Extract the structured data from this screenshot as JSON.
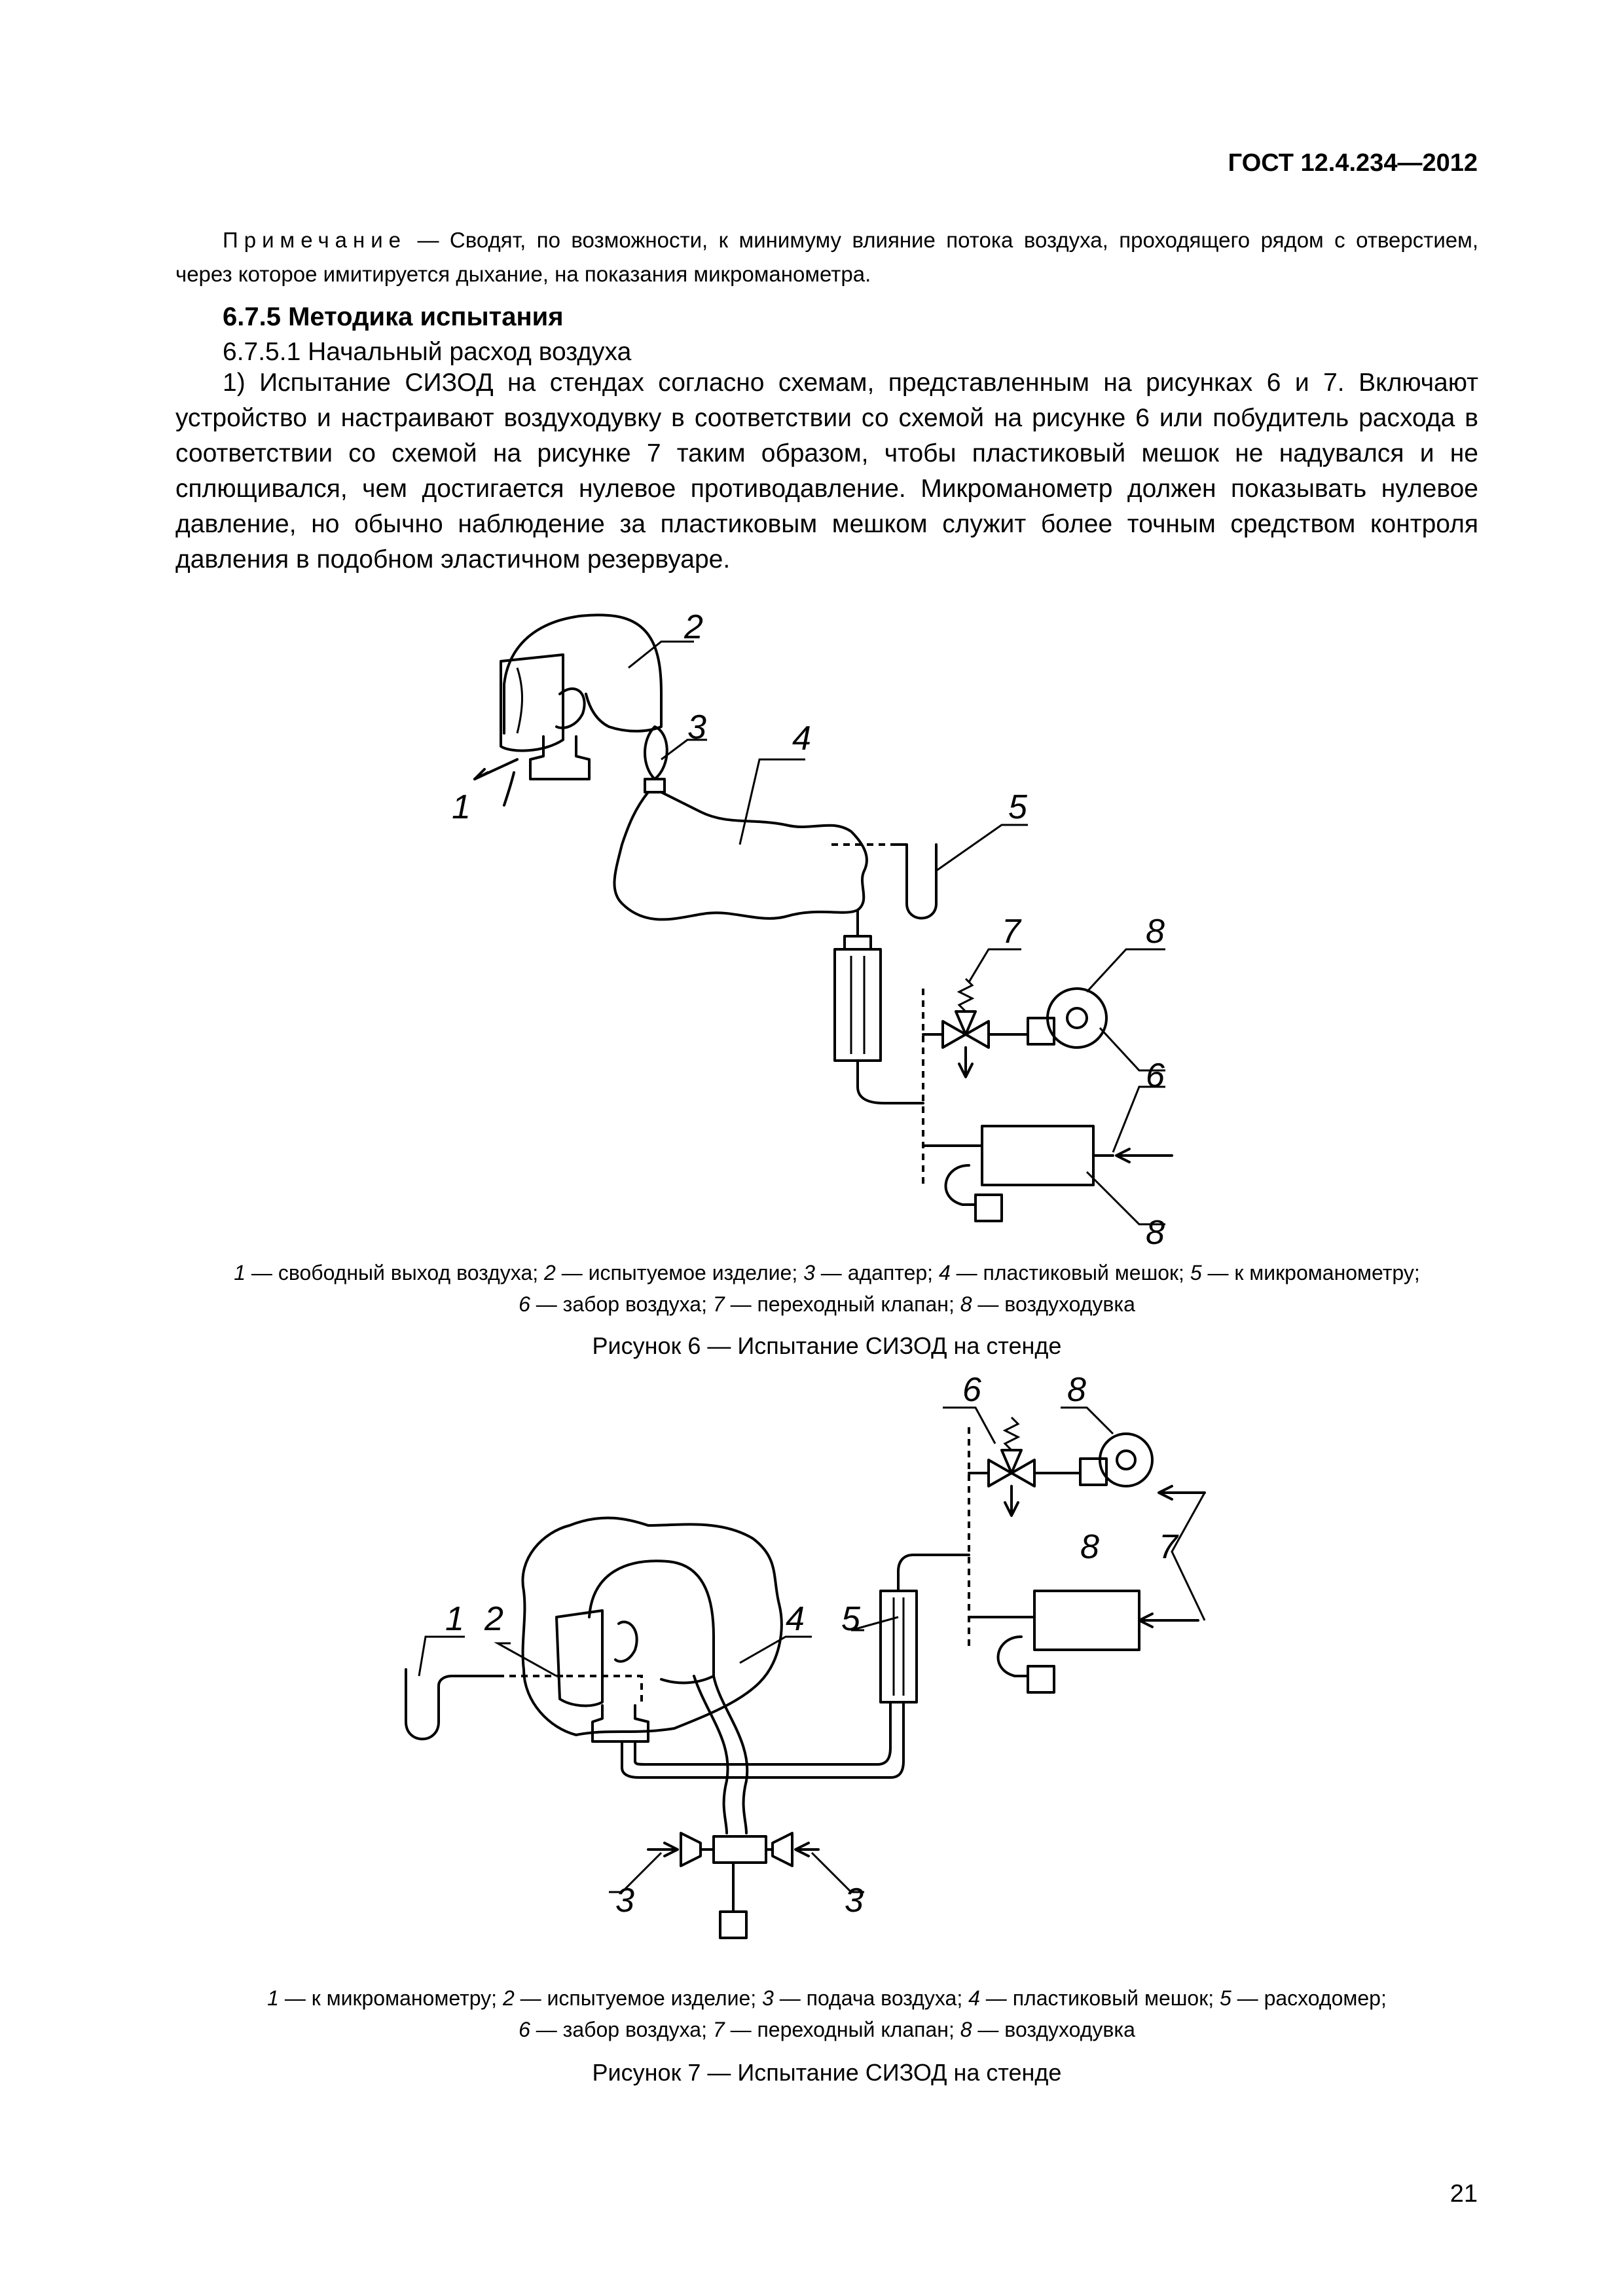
{
  "header": {
    "code": "ГОСТ 12.4.234—2012"
  },
  "note": {
    "label": "Примечание",
    "text": " — Сводят, по возможности, к минимуму влияние потока воздуха, проходящего рядом с отверстием, через которое имитируется дыхание, на показания микроманометра."
  },
  "section": {
    "heading": "6.7.5 Методика испытания",
    "subheading": "6.7.5.1 Начальный расход воздуха",
    "paragraph": "1) Испытание СИЗОД на стендах согласно схемам, представленным на рисунках 6 и 7. Включают устройство и настраивают воздуходувку в соответствии со схемой на рисунке 6 или побудитель расхода в соответствии со схемой на рисунке 7 таким образом, чтобы пластиковый мешок не надувался и не сплющивался, чем достигается нулевое противодавление. Микроманометр должен показывать нулевое давление, но обычно наблюдение за пластиковым мешком служит более точным средством контроля давления в подобном эластичном резервуаре."
  },
  "figure6": {
    "labels": [
      "1",
      "2",
      "3",
      "4",
      "5",
      "6",
      "7",
      "8",
      "8"
    ],
    "legend_line1": [
      {
        "n": "1",
        "t": " — свободный выход воздуха; "
      },
      {
        "n": "2",
        "t": " — испытуемое изделие; "
      },
      {
        "n": "3",
        "t": " — адаптер; "
      },
      {
        "n": "4",
        "t": " — пластиковый мешок; "
      },
      {
        "n": "5",
        "t": " — к микроманометру;"
      }
    ],
    "legend_line2": [
      {
        "n": "6",
        "t": " — забор воздуха; "
      },
      {
        "n": "7",
        "t": " — переходный клапан; "
      },
      {
        "n": "8",
        "t": " — воздуходувка"
      }
    ],
    "caption": "Рисунок 6 — Испытание СИЗОД на стенде"
  },
  "figure7": {
    "labels": [
      "1",
      "2",
      "3",
      "3",
      "4",
      "5",
      "6",
      "7",
      "8",
      "8"
    ],
    "legend_line1": [
      {
        "n": "1",
        "t": " — к микроманометру; "
      },
      {
        "n": "2",
        "t": " — испытуемое изделие; "
      },
      {
        "n": "3",
        "t": " — подача воздуха; "
      },
      {
        "n": "4",
        "t": " — пластиковый мешок; "
      },
      {
        "n": "5",
        "t": " — расходомер;"
      }
    ],
    "legend_line2": [
      {
        "n": "6",
        "t": " — забор воздуха; "
      },
      {
        "n": "7",
        "t": " — переходный клапан; "
      },
      {
        "n": "8",
        "t": " — воздуходувка"
      }
    ],
    "caption": "Рисунок 7 — Испытание СИЗОД на стенде"
  },
  "page_number": "21"
}
